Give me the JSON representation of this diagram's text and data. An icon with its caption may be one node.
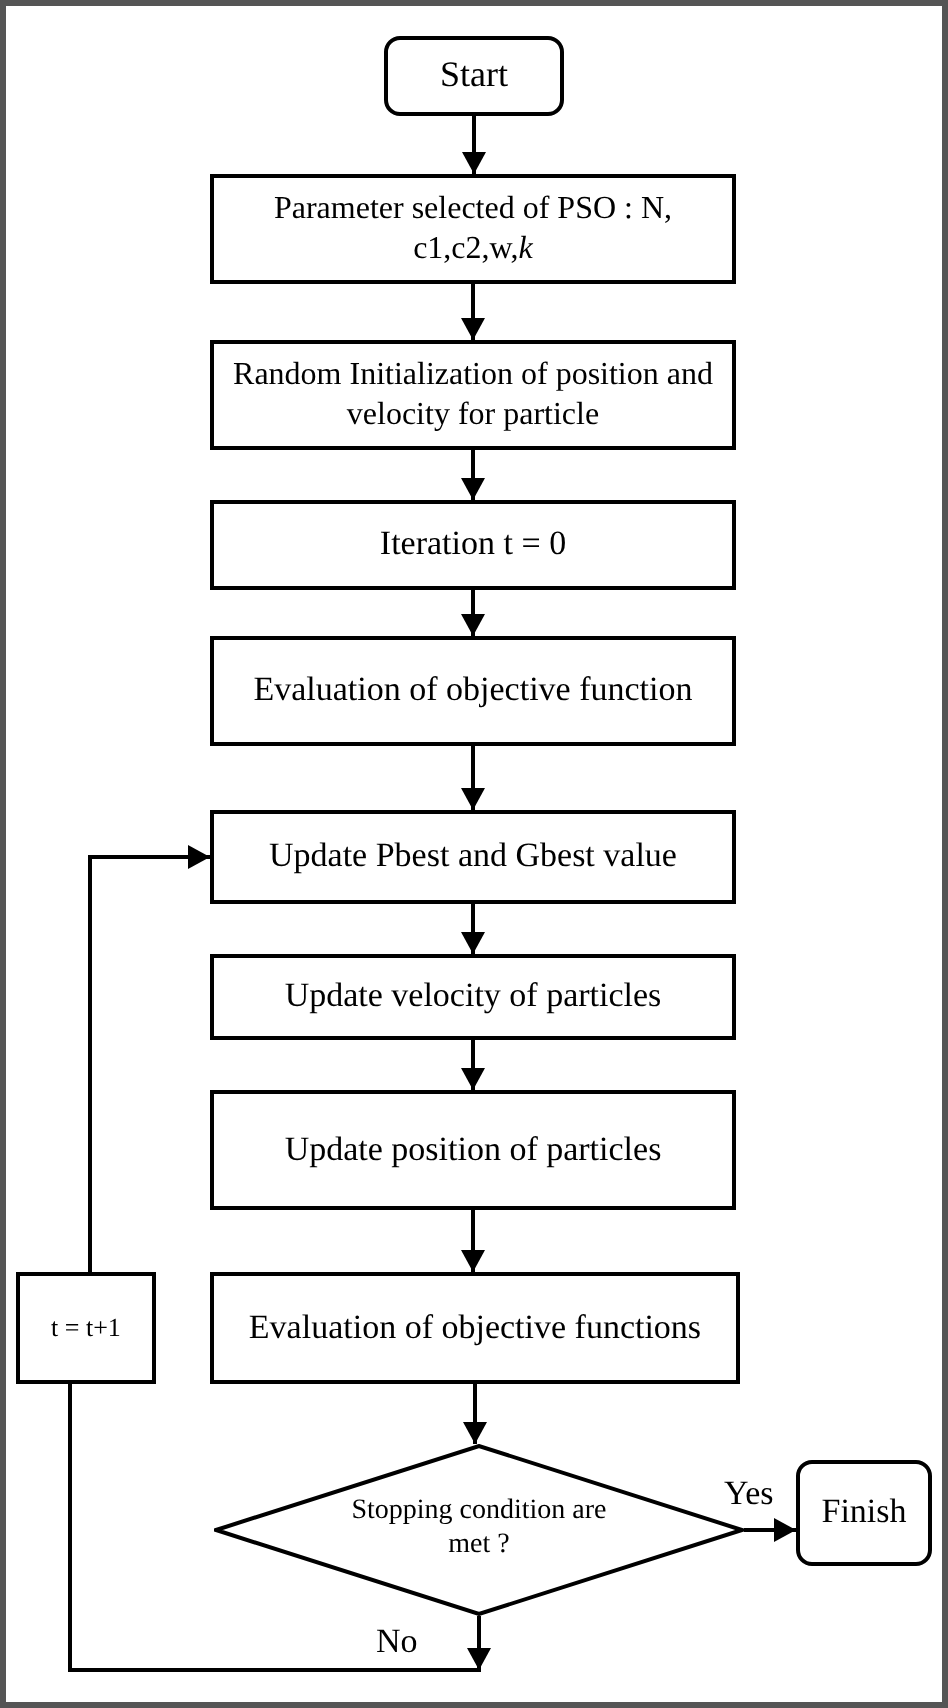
{
  "diagram": {
    "nodes": [
      {
        "text": [
          "Start"
        ]
      },
      {
        "text": [
          "Parameter selected of  PSO : N, c1,c2,w,*k*"
        ]
      },
      {
        "text": [
          "Random Initialization of position and velocity for particle"
        ]
      },
      {
        "text": [
          "Iteration t = 0"
        ]
      },
      {
        "text": [
          "Evaluation of objective function"
        ]
      },
      {
        "text": [
          "Update Pbest and Gbest value"
        ]
      },
      {
        "text": [
          "Update velocity of particles"
        ]
      },
      {
        "text": [
          "Update position of particles"
        ]
      },
      {
        "text": [
          "Evaluation of objective functions"
        ]
      },
      {
        "text": [
          "Stopping condition are met ?"
        ]
      },
      {
        "text": [
          "Finish"
        ]
      },
      {
        "text": [
          "t = t+1"
        ]
      }
    ],
    "edges": [
      {
        "from": 0,
        "to": 1,
        "arrow": "to"
      },
      {
        "from": 1,
        "to": 2,
        "arrow": "to"
      },
      {
        "from": 2,
        "to": 3,
        "arrow": "to"
      },
      {
        "from": 3,
        "to": 4,
        "arrow": "to"
      },
      {
        "from": 4,
        "to": 5,
        "arrow": "to"
      },
      {
        "from": 5,
        "to": 6,
        "arrow": "to"
      },
      {
        "from": 6,
        "to": 7,
        "arrow": "to"
      },
      {
        "from": 7,
        "to": 8,
        "arrow": "to"
      },
      {
        "from": 8,
        "to": 9,
        "arrow": "to"
      },
      {
        "from": 9,
        "to": 10,
        "arrow": "to",
        "label": "Yes"
      },
      {
        "from": 9,
        "to": 11,
        "arrow": "to",
        "label": "No"
      },
      {
        "from": 11,
        "to": 5,
        "arrow": "to"
      }
    ]
  }
}
